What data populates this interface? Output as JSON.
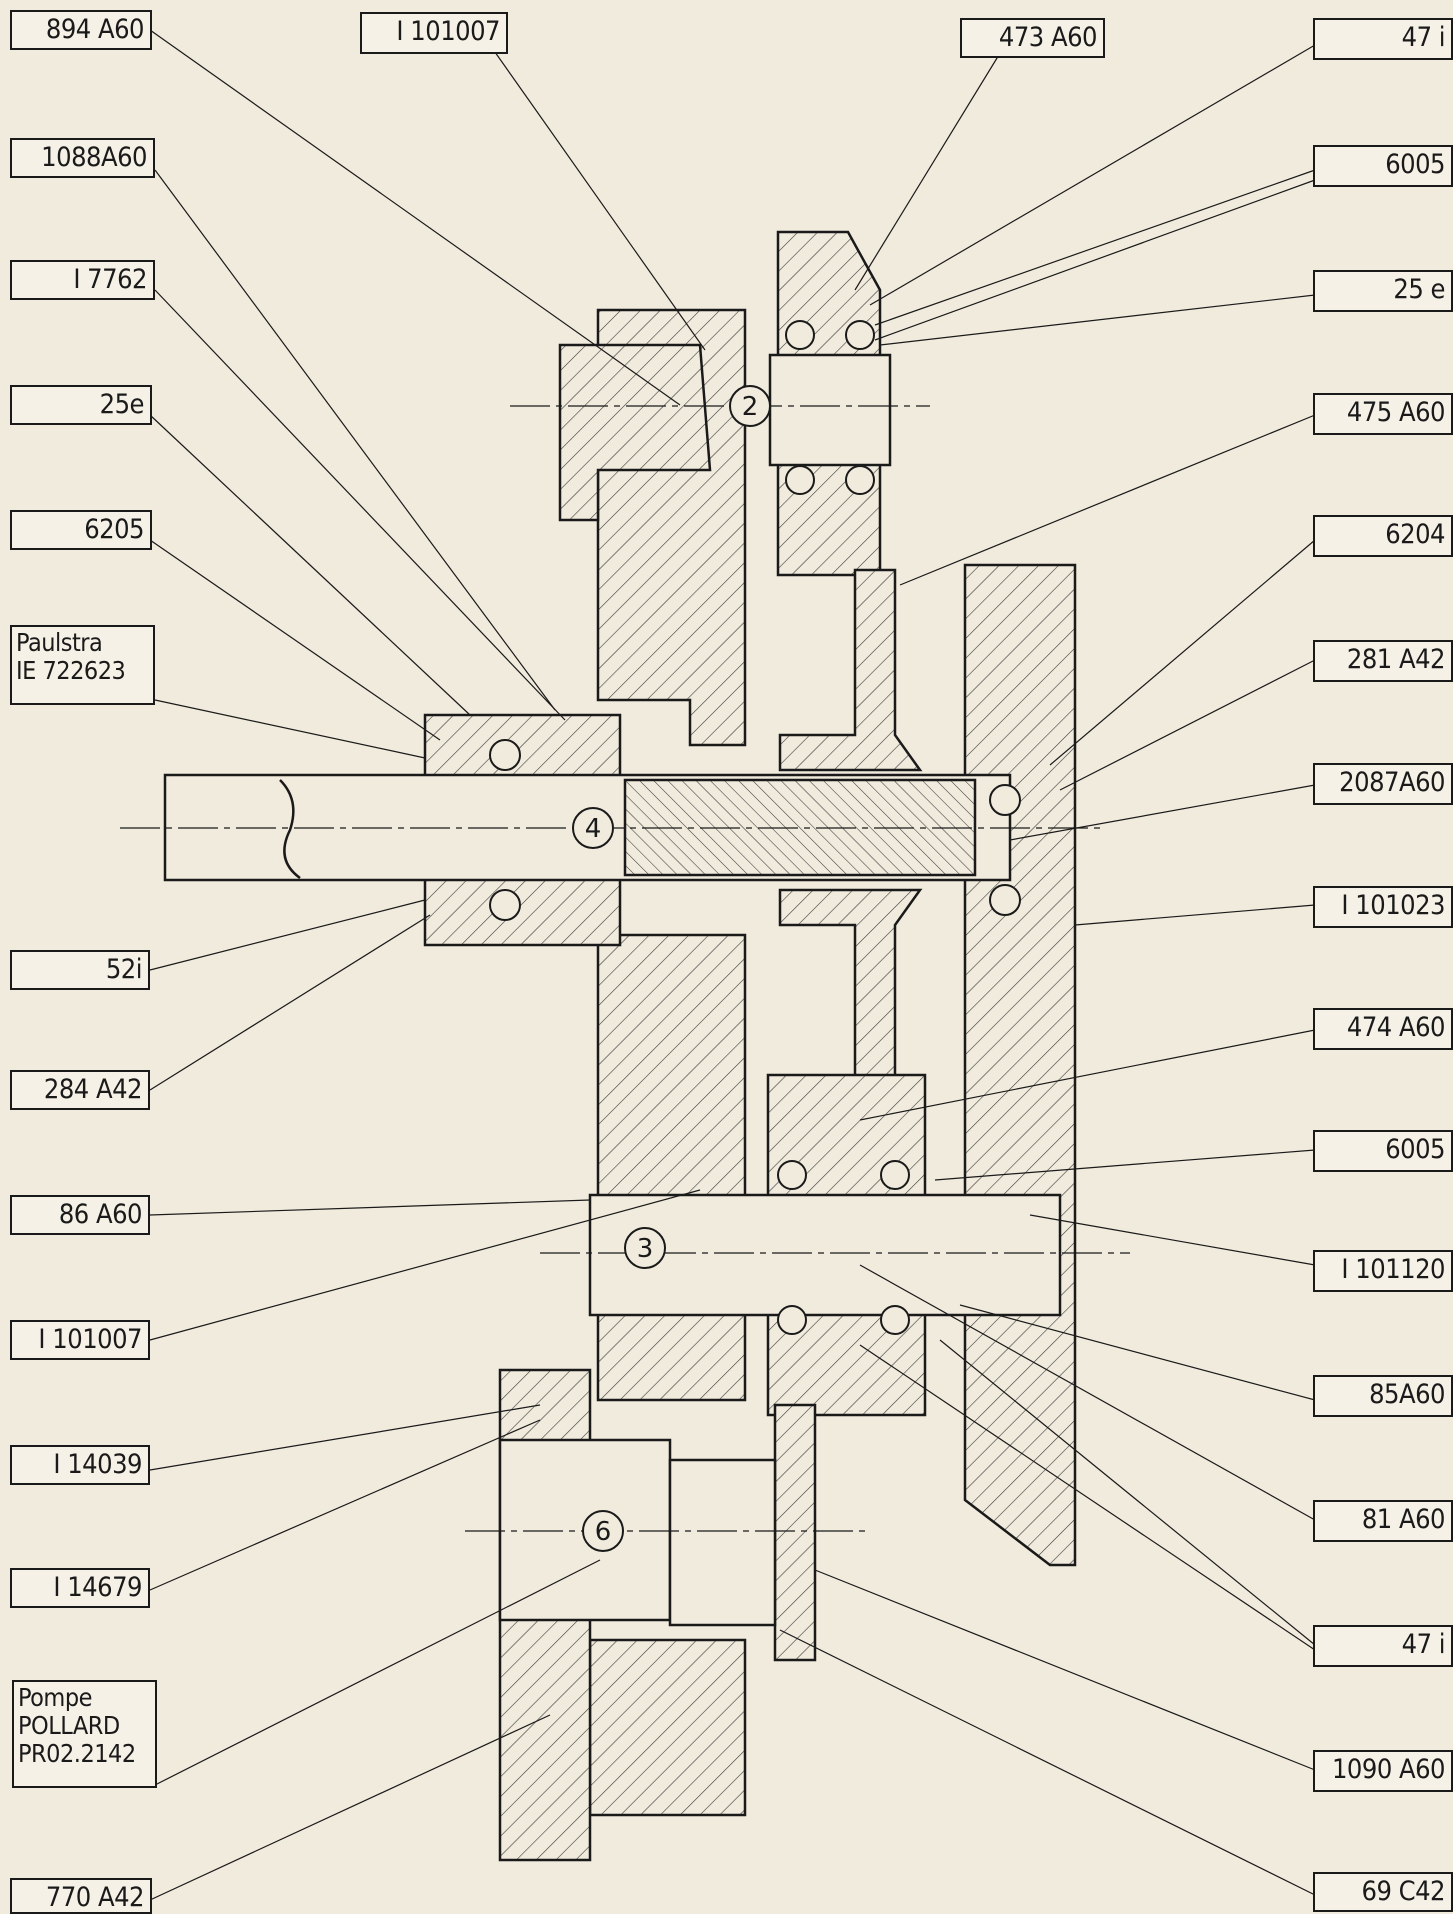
{
  "labels_left": [
    {
      "id": "l-894a60",
      "text": "894 A60"
    },
    {
      "id": "l-1088a60",
      "text": "1088A60"
    },
    {
      "id": "l-i7762",
      "text": "I 7762"
    },
    {
      "id": "l-25e",
      "text": "25e"
    },
    {
      "id": "l-6205",
      "text": "6205"
    },
    {
      "id": "l-paulstra",
      "lines": [
        "Paulstra",
        "IE 722623"
      ]
    },
    {
      "id": "l-52i",
      "text": "52i"
    },
    {
      "id": "l-284a42",
      "text": "284 A42"
    },
    {
      "id": "l-86a60",
      "text": "86 A60"
    },
    {
      "id": "l-i101007b",
      "text": "I 101007"
    },
    {
      "id": "l-i14039",
      "text": "I 14039"
    },
    {
      "id": "l-i14679",
      "text": "I 14679"
    },
    {
      "id": "l-pompe",
      "lines": [
        "Pompe",
        "POLLARD",
        "PR02.2142"
      ]
    },
    {
      "id": "l-770a42",
      "text": "770 A42"
    }
  ],
  "labels_top": [
    {
      "id": "t-i101007",
      "text": "I 101007"
    },
    {
      "id": "t-473a60",
      "text": "473 A60"
    }
  ],
  "labels_right": [
    {
      "id": "r-47i-top",
      "text": "47 i"
    },
    {
      "id": "r-6005-top",
      "text": "6005"
    },
    {
      "id": "r-25e",
      "text": "25 e"
    },
    {
      "id": "r-475a60",
      "text": "475 A60"
    },
    {
      "id": "r-6204",
      "text": "6204"
    },
    {
      "id": "r-281a42",
      "text": "281 A42"
    },
    {
      "id": "r-2087a60",
      "text": "2087A60"
    },
    {
      "id": "r-i101023",
      "text": "I 101023"
    },
    {
      "id": "r-474a60",
      "text": "474 A60"
    },
    {
      "id": "r-6005-mid",
      "text": "6005"
    },
    {
      "id": "r-i101120",
      "text": "I 101120"
    },
    {
      "id": "r-85a60",
      "text": "85A60"
    },
    {
      "id": "r-81a60",
      "text": "81 A60"
    },
    {
      "id": "r-47i-bot",
      "text": "47 i"
    },
    {
      "id": "r-1090a60",
      "text": "1090 A60"
    },
    {
      "id": "r-69c42",
      "text": "69 C42"
    }
  ],
  "shaft_numbers": {
    "s2": "2",
    "s3": "3",
    "s4": "4",
    "s6": "6"
  },
  "colors": {
    "paper": "#f1ebdd",
    "ink": "#1a1a1a",
    "hatch": "#333333"
  }
}
